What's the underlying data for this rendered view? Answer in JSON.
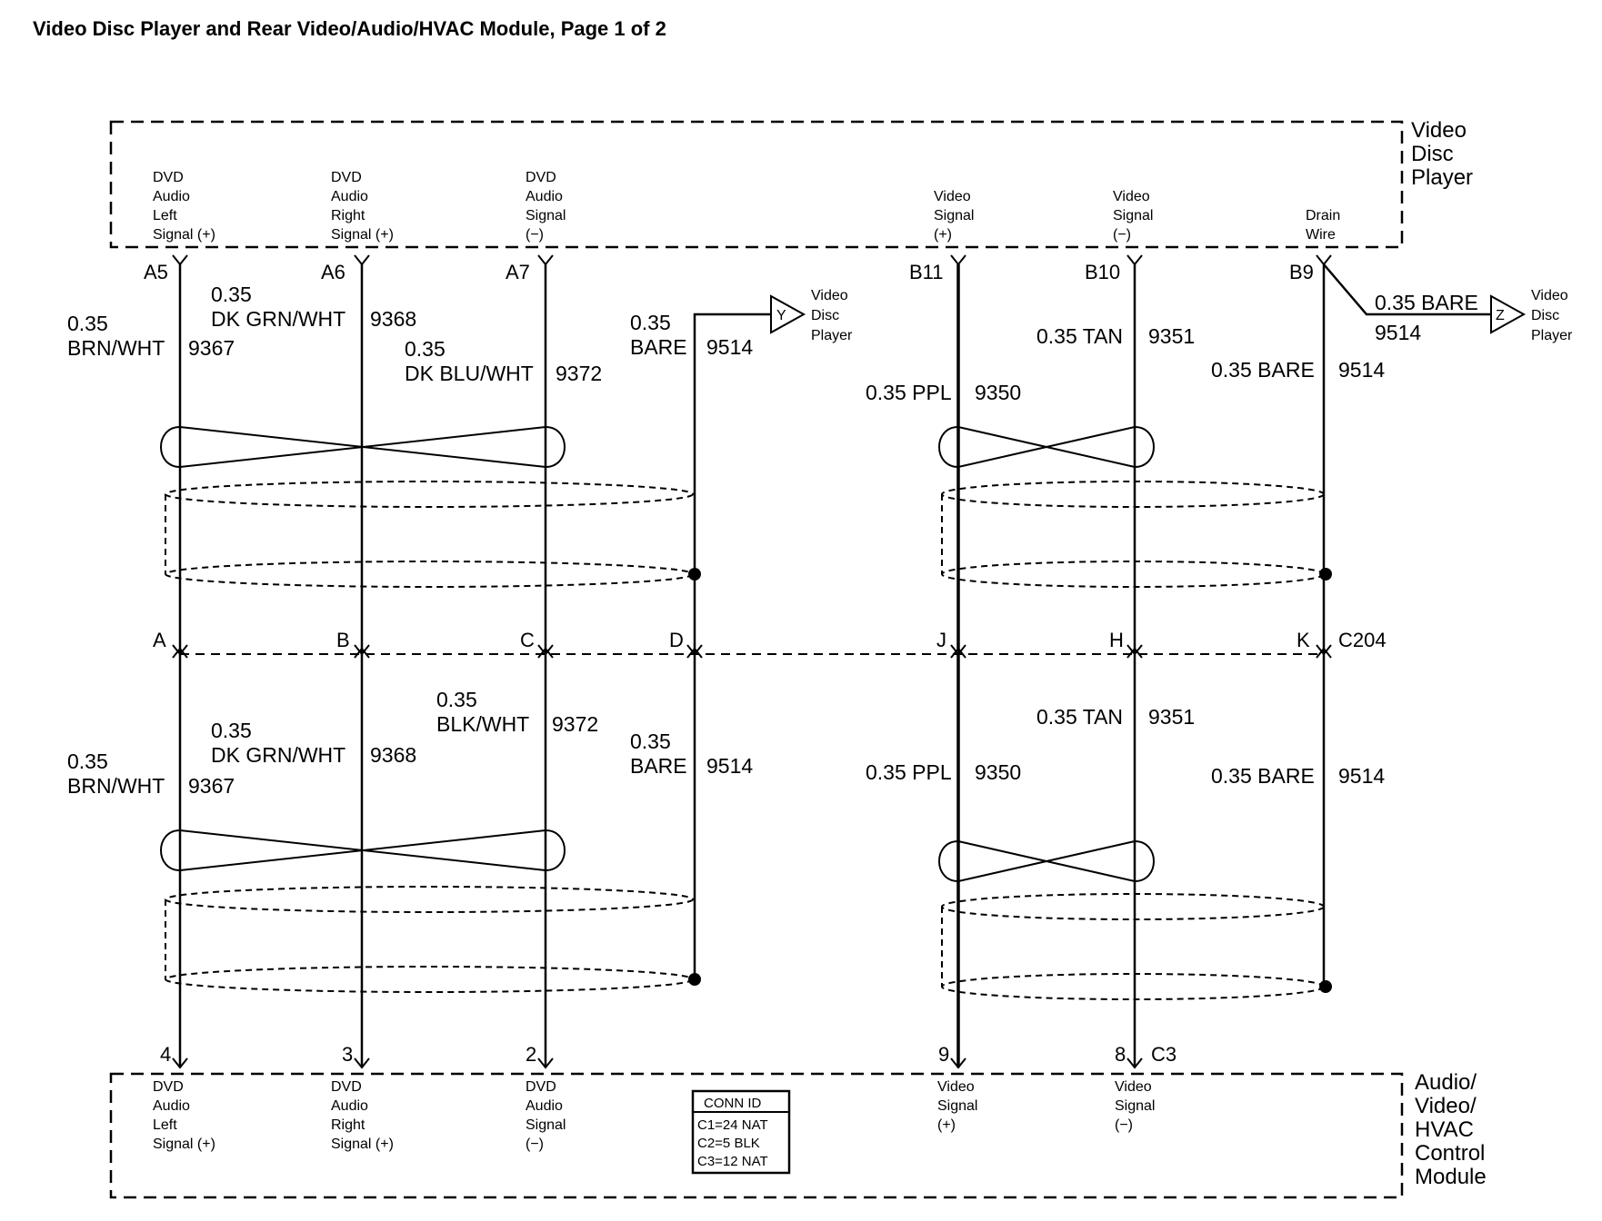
{
  "title": "Video Disc Player and Rear Video/Audio/HVAC Module, Page 1 of 2",
  "modules": {
    "top": {
      "name": [
        "Video",
        "Disc",
        "Player"
      ],
      "pins": [
        [
          "DVD",
          "Audio",
          "Left",
          "Signal (+)"
        ],
        [
          "DVD",
          "Audio",
          "Right",
          "Signal (+)"
        ],
        [
          "DVD",
          "Audio",
          "Signal",
          "(−)"
        ],
        [
          "Video",
          "Signal",
          "(+)"
        ],
        [
          "Video",
          "Signal",
          "(−)"
        ],
        [
          "Drain",
          "Wire"
        ]
      ],
      "terminals": [
        "A5",
        "A6",
        "A7",
        "B11",
        "B10",
        "B9"
      ]
    },
    "bottom": {
      "name": [
        "Audio/",
        "Video/",
        "HVAC",
        "Control",
        "Module"
      ],
      "pins": [
        [
          "DVD",
          "Audio",
          "Left",
          "Signal (+)"
        ],
        [
          "DVD",
          "Audio",
          "Right",
          "Signal (+)"
        ],
        [
          "DVD",
          "Audio",
          "Signal",
          "(−)"
        ],
        [
          "Video",
          "Signal",
          "(+)"
        ],
        [
          "Video",
          "Signal",
          "(−)"
        ]
      ],
      "terminals": [
        "4",
        "3",
        "2",
        "9",
        "8"
      ],
      "connector": "C3",
      "conn_id": {
        "title": "CONN ID",
        "rows": [
          "C1=24 NAT",
          "C2=5 BLK",
          "C3=12 NAT"
        ]
      }
    }
  },
  "inline_connector": {
    "name": "C204",
    "pins": [
      "A",
      "B",
      "C",
      "D",
      "J",
      "H",
      "K"
    ]
  },
  "wires_upper": {
    "brn": {
      "size": "0.35",
      "color": "BRN/WHT",
      "circuit": "9367"
    },
    "grn": {
      "size": "0.35",
      "color": "DK GRN/WHT",
      "circuit": "9368"
    },
    "blu": {
      "size": "0.35",
      "color": "DK BLU/WHT",
      "circuit": "9372"
    },
    "bare": {
      "size": "0.35",
      "color": "BARE",
      "circuit": "9514"
    },
    "ppl": {
      "label": "0.35 PPL",
      "circuit": "9350"
    },
    "tan": {
      "label": "0.35 TAN",
      "circuit": "9351"
    },
    "drain": {
      "label": "0.35 BARE",
      "circuit": "9514"
    },
    "drain_branch": {
      "label": "0.35 BARE",
      "circuit": "9514"
    }
  },
  "wires_lower": {
    "brn": {
      "size": "0.35",
      "color": "BRN/WHT",
      "circuit": "9367"
    },
    "grn": {
      "size": "0.35",
      "color": "DK GRN/WHT",
      "circuit": "9368"
    },
    "blk": {
      "size": "0.35",
      "color": "BLK/WHT",
      "circuit": "9372"
    },
    "bare": {
      "size": "0.35",
      "color": "BARE",
      "circuit": "9514"
    },
    "ppl": {
      "label": "0.35 PPL",
      "circuit": "9350"
    },
    "tan": {
      "label": "0.35 TAN",
      "circuit": "9351"
    },
    "drain": {
      "label": "0.35 BARE",
      "circuit": "9514"
    }
  },
  "references": {
    "y": {
      "letter": "Y",
      "text": [
        "Video",
        "Disc",
        "Player"
      ]
    },
    "z": {
      "letter": "Z",
      "text": [
        "Video",
        "Disc",
        "Player"
      ]
    }
  }
}
